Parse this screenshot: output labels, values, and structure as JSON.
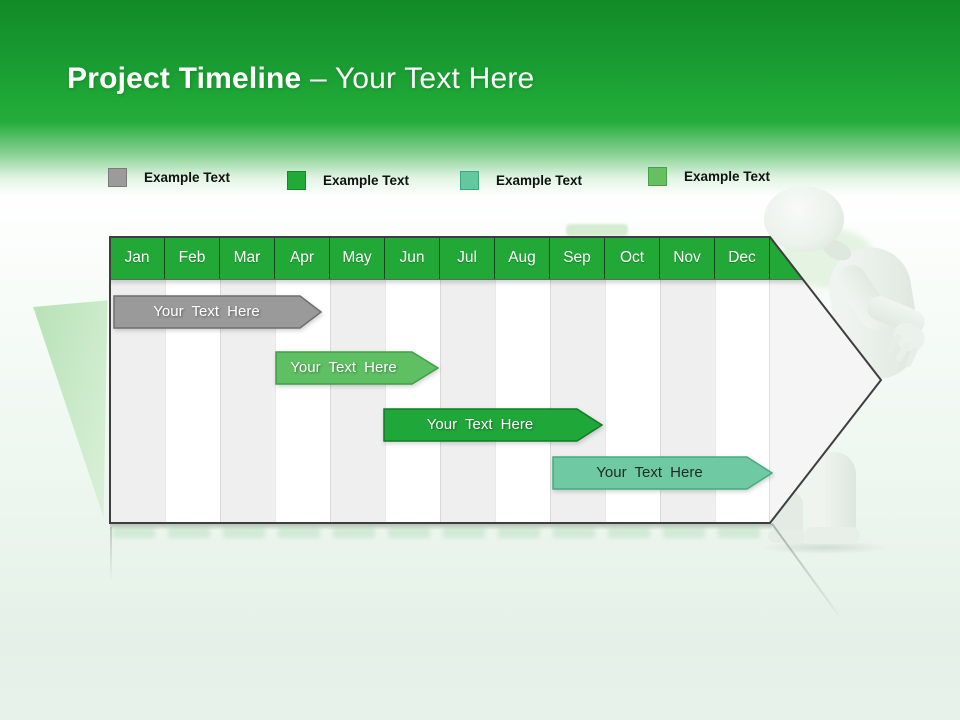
{
  "slide": {
    "title_bold": "Project Timeline",
    "title_rest": " – Your Text Here"
  },
  "legend": {
    "items": [
      {
        "label": "Example Text",
        "color": "#9b9b9b",
        "border": "#7a7a7a"
      },
      {
        "label": "Example Text",
        "color": "#1fab36",
        "border": "#128a28"
      },
      {
        "label": "Example Text",
        "color": "#63c7a0",
        "border": "#3aa97e"
      },
      {
        "label": "Example Text",
        "color": "#66bf63",
        "border": "#46a247"
      }
    ]
  },
  "timeline": {
    "months": [
      "Jan",
      "Feb",
      "Mar",
      "Apr",
      "May",
      "Jun",
      "Jul",
      "Aug",
      "Sep",
      "Oct",
      "Nov",
      "Dec"
    ],
    "header_color": "#21a837",
    "bars": [
      {
        "label": "Your Text Here",
        "color": "#9a9a9a",
        "border": "#6f6f6f",
        "text": "light"
      },
      {
        "label": "Your Text Here",
        "color": "#5fc063",
        "border": "#3f9f45",
        "text": "light"
      },
      {
        "label": "Your Text Here",
        "color": "#1fa839",
        "border": "#117b27",
        "text": "light"
      },
      {
        "label": "Your Text Here",
        "color": "#6fc9a2",
        "border": "#46ab81",
        "text": "dark"
      }
    ]
  }
}
